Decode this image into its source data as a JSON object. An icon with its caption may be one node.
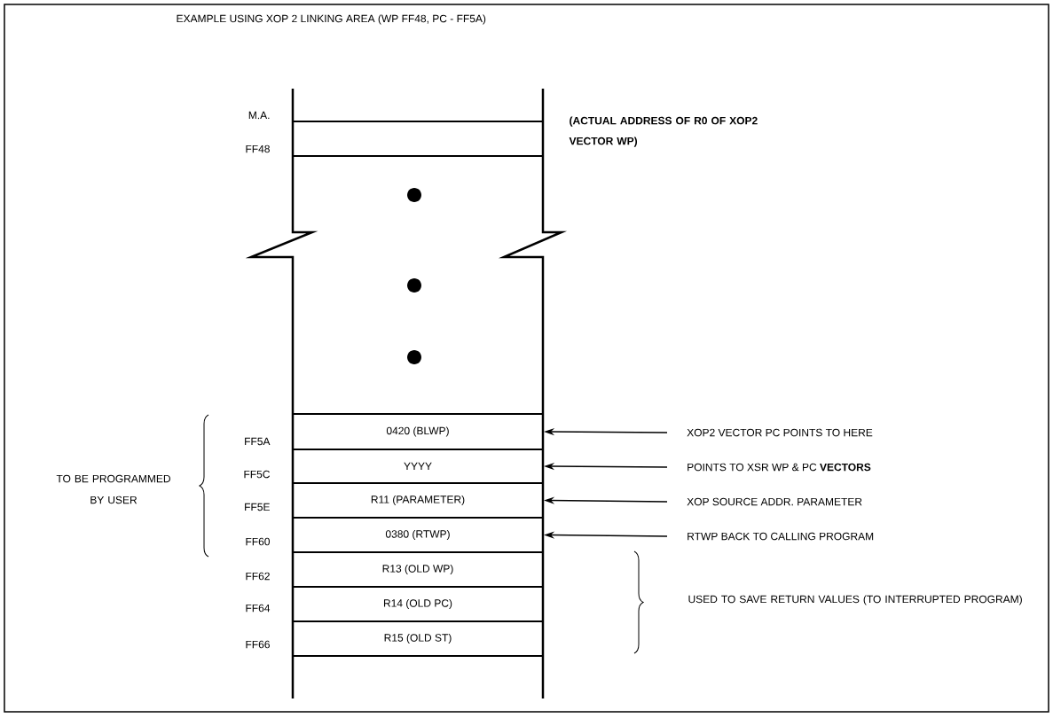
{
  "diagram": {
    "title": "EXAMPLE USING XOP 2 LINKING AREA (WP FF48, PC - FF5A)",
    "nodes": [
      {
        "text": [],
        "shape": "box",
        "beside": [
          "M.A.",
          "FF48",
          "(ACTUAL ADDRESS OF R0 OF XOP2 VECTOR WP)"
        ]
      },
      {
        "text": [
          "0420 (BLWP)"
        ],
        "beside": [
          "FF5A"
        ]
      },
      {
        "text": [
          "YYYY"
        ],
        "beside": [
          "FF5C"
        ]
      },
      {
        "text": [
          "R11 (PARAMETER)"
        ],
        "beside": [
          "FF5E"
        ]
      },
      {
        "text": [
          "0380 (RTWP)"
        ],
        "beside": [
          "FF60"
        ]
      },
      {
        "text": [
          "R13 (OLD WP)"
        ],
        "beside": [
          "FF62"
        ]
      },
      {
        "text": [
          "R14 (OLD PC)"
        ],
        "beside": [
          "FF64"
        ]
      },
      {
        "text": [
          "R15 (OLD ST)"
        ],
        "beside": [
          "FF66"
        ]
      },
      {
        "text": [
          "XOP2 VECTOR PC POINTS TO HERE"
        ]
      },
      {
        "text": [
          "POINTS TO XSR WP & PC **VECTORS**"
        ]
      },
      {
        "text": [
          "XOP SOURCE ADDR. PARAMETER"
        ]
      },
      {
        "text": [
          "RTWP BACK TO CALLING PROGRAM"
        ]
      }
    ],
    "edges": [
      {
        "from": 8,
        "to": 1,
        "arrow": "to"
      },
      {
        "from": 9,
        "to": 2,
        "arrow": "to"
      },
      {
        "from": 10,
        "to": 3,
        "arrow": "to"
      },
      {
        "from": 11,
        "to": 4,
        "arrow": "to"
      }
    ],
    "labels": [
      "TO BE PROGRAMMED BY USER",
      "USED TO SAVE RETURN VALUES (TO INTERRUPTED PROGRAM)"
    ]
  }
}
